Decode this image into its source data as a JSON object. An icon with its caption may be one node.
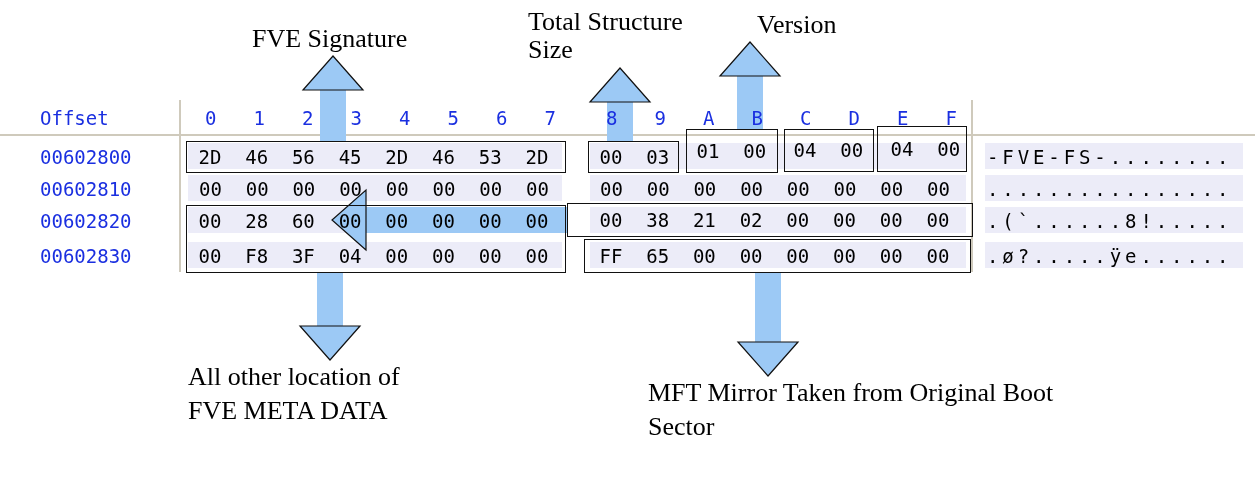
{
  "diagram": {
    "nodes": [
      {
        "text": [
          "FVE Signature"
        ]
      },
      {
        "text": [
          "Total Structure Size"
        ]
      },
      {
        "text": [
          "Version"
        ]
      },
      {
        "text": [
          "2D 46 56 45 2D 46 53 2D"
        ]
      },
      {
        "text": [
          "00 03"
        ]
      },
      {
        "text": [
          "01 00"
        ]
      },
      {
        "text": [
          "04 00"
        ]
      },
      {
        "text": [
          "04 00"
        ]
      },
      {
        "text": [
          "00 38 21 02 00 00 00 00"
        ]
      },
      {
        "text": [
          "00 28 60 00 00 00 00 00",
          "00 F8 3F 04 00 00 00 00"
        ]
      },
      {
        "text": [
          "FF 65 00 00 00 00 00 00"
        ]
      },
      {
        "text": [
          "All other location of FVE META DATA"
        ]
      },
      {
        "text": [
          "MFT Mirror Taken from Original Boot Sector"
        ]
      }
    ],
    "edges": [
      {
        "from": 3,
        "to": 0,
        "arrow": "to"
      },
      {
        "from": 4,
        "to": 1,
        "arrow": "to"
      },
      {
        "from": 5,
        "to": 2,
        "arrow": "to"
      },
      {
        "from": 8,
        "to": 9,
        "arrow": "to"
      },
      {
        "from": 9,
        "to": 11,
        "arrow": "to"
      },
      {
        "from": 10,
        "to": 12,
        "arrow": "to"
      }
    ],
    "labels": [
      "Offset",
      "0",
      "1",
      "2",
      "3",
      "4",
      "5",
      "6",
      "7",
      "8",
      "9",
      "A",
      "B",
      "C",
      "D",
      "E",
      "F",
      "00602800",
      "-FVE-FS-........",
      "00602810",
      "00 00 00 00 00 00 00 00",
      "00 00 00 00 00 00 00 00",
      "................",
      "00602820",
      ".(`......8!.....",
      "00602830",
      ".ø?.....ÿe......"
    ]
  }
}
